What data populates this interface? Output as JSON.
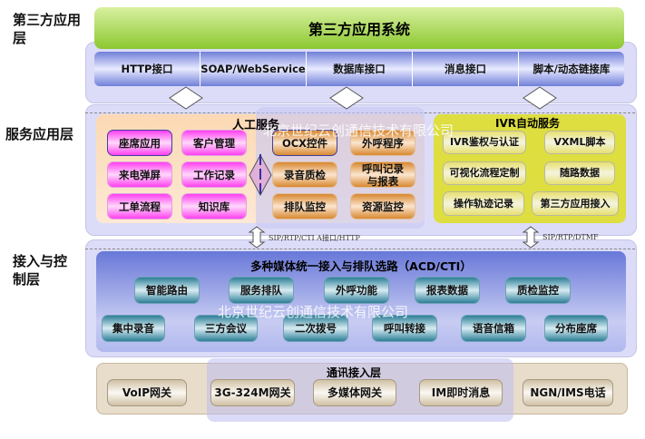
{
  "layers": {
    "third_party": "第三方应用层",
    "service": "服务应用层",
    "access": "接入与控制层"
  },
  "top": {
    "title": "第三方应用系统",
    "interfaces": [
      "HTTP接口",
      "SOAP/WebService",
      "数据库接口",
      "消息接口",
      "脚本/动态链接库"
    ]
  },
  "manual": {
    "title": "人工服务",
    "left": [
      "座席应用",
      "客户管理",
      "来电弹屏",
      "工作记录",
      "工单流程",
      "知识库"
    ],
    "right": [
      "OCX控件",
      "外呼程序",
      "录音质检",
      "呼叫记录与报表",
      "排队监控",
      "资源监控"
    ]
  },
  "ivr": {
    "title": "IVR自动服务",
    "items": [
      "IVR鉴权与认证",
      "VXML脚本",
      "可视化流程定制",
      "随路数据",
      "操作轨迹记录",
      "第三方应用接入"
    ]
  },
  "links": {
    "left": "SIP/RTP/CTI A接口/HTTP",
    "right": "SIP/RTP/DTMF"
  },
  "acd": {
    "title": "多种媒体统一接入与排队选路（ACD/CTI）",
    "row1": [
      "智能路由",
      "服务排队",
      "外呼功能",
      "报表数据",
      "质检监控"
    ],
    "row2": [
      "集中录音",
      "三方会议",
      "二次拨号",
      "呼叫转接",
      "语音信箱",
      "分布座席"
    ]
  },
  "comm": {
    "title": "通讯接入层",
    "items": [
      "VoIP网关",
      "3G-324M网关",
      "多媒体网关",
      "IM即时消息",
      "NGN/IMS电话"
    ]
  },
  "watermark": "北京世纪云创通信技术有限公司"
}
